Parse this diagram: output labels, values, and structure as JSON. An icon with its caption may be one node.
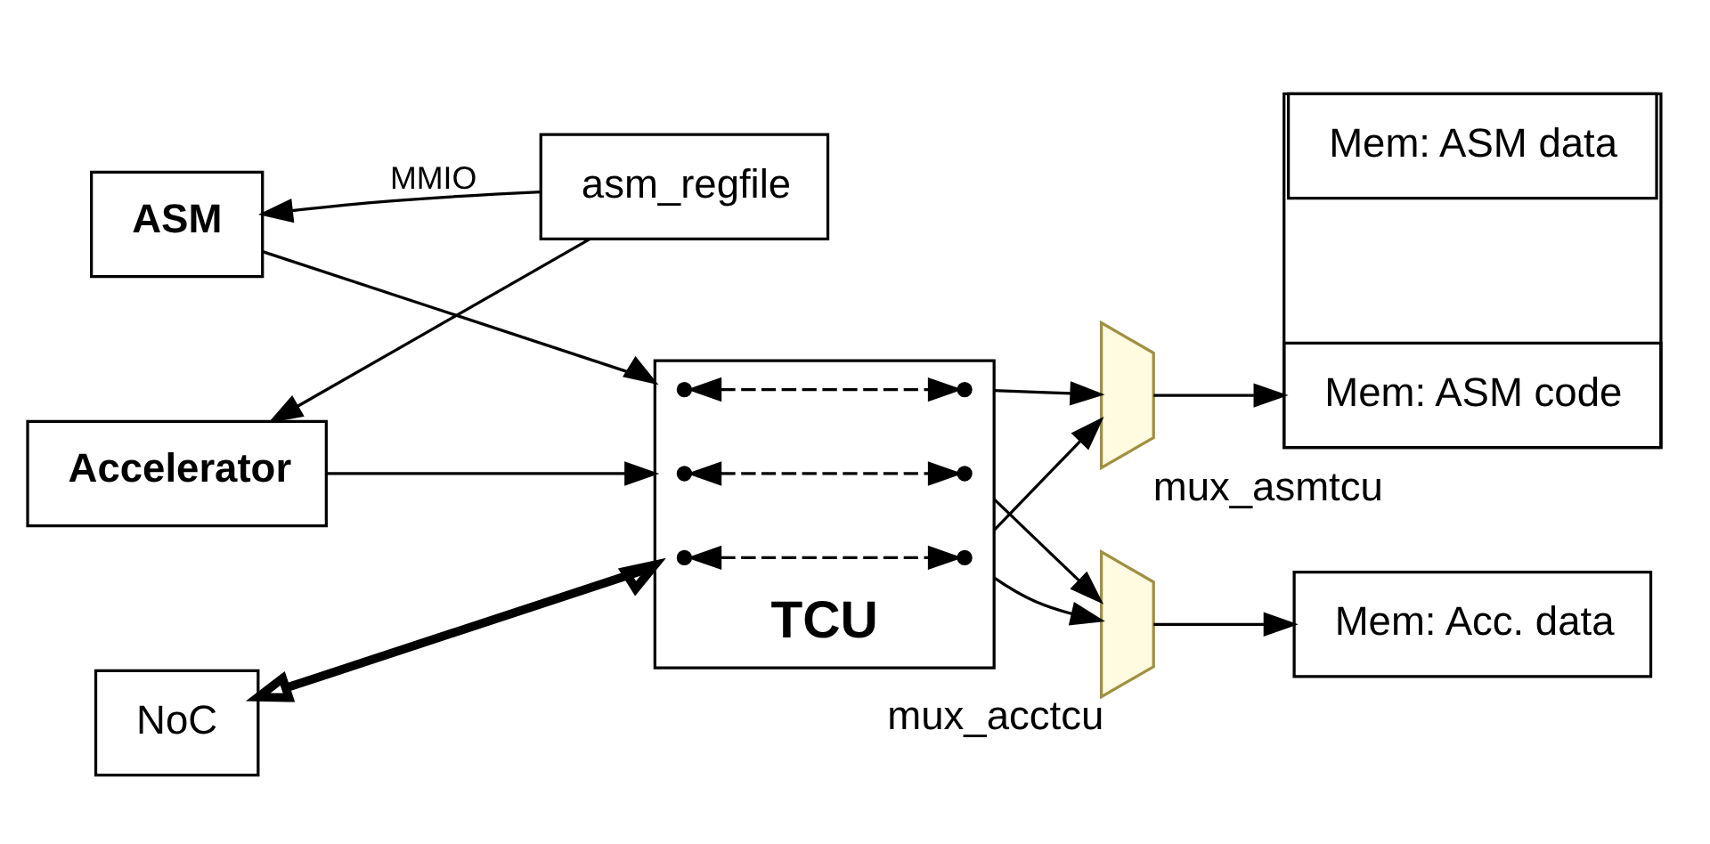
{
  "diagram": {
    "nodes": [
      {
        "text": [
          "asm_regfile"
        ]
      },
      {
        "text": [
          "TCU"
        ]
      },
      {
        "text": [],
        "shape": "point",
        "in": 1
      },
      {
        "text": [],
        "shape": "point",
        "in": 1
      },
      {
        "text": [],
        "shape": "point",
        "in": 1
      },
      {
        "text": [],
        "shape": "point",
        "in": 1
      },
      {
        "text": [],
        "shape": "point",
        "in": 1
      },
      {
        "text": [],
        "shape": "point",
        "in": 1
      },
      {
        "text": [
          "ASM"
        ]
      },
      {
        "text": [
          "Accelerator"
        ]
      },
      {
        "text": [
          "NoC"
        ]
      },
      {
        "text": [],
        "shape": "trapezoid",
        "beside": [
          "mux_asmtcu"
        ]
      },
      {
        "text": [],
        "shape": "box"
      },
      {
        "text": [
          "Mem: ASM code"
        ],
        "in": 12
      },
      {
        "text": [
          "Mem: ASM data"
        ],
        "in": 12
      },
      {
        "text": [],
        "shape": "trapezoid",
        "beside": [
          "mux_acctcu"
        ]
      },
      {
        "text": [
          "Mem: Acc. data"
        ]
      }
    ],
    "edges": [
      {
        "from": 0,
        "to": 8,
        "arrow": "to",
        "label": "MMIO"
      },
      {
        "from": 0,
        "to": 9,
        "arrow": "to"
      },
      {
        "from": 8,
        "to": 1,
        "arrow": "to"
      },
      {
        "from": 9,
        "to": 1,
        "arrow": "to"
      },
      {
        "from": 10,
        "to": 1,
        "arrow": "both",
        "style": "thick"
      },
      {
        "from": 2,
        "to": 3,
        "arrow": "both",
        "style": "dashed"
      },
      {
        "from": 4,
        "to": 5,
        "arrow": "both",
        "style": "dashed"
      },
      {
        "from": 6,
        "to": 7,
        "arrow": "both",
        "style": "dashed"
      },
      {
        "from": 1,
        "to": 11,
        "arrow": "to"
      },
      {
        "from": 1,
        "to": 11,
        "arrow": "to"
      },
      {
        "from": 1,
        "to": 15,
        "arrow": "to"
      },
      {
        "from": 1,
        "to": 15,
        "arrow": "to"
      },
      {
        "from": 11,
        "to": 12,
        "arrow": "to"
      },
      {
        "from": 15,
        "to": 16,
        "arrow": "to"
      }
    ]
  }
}
